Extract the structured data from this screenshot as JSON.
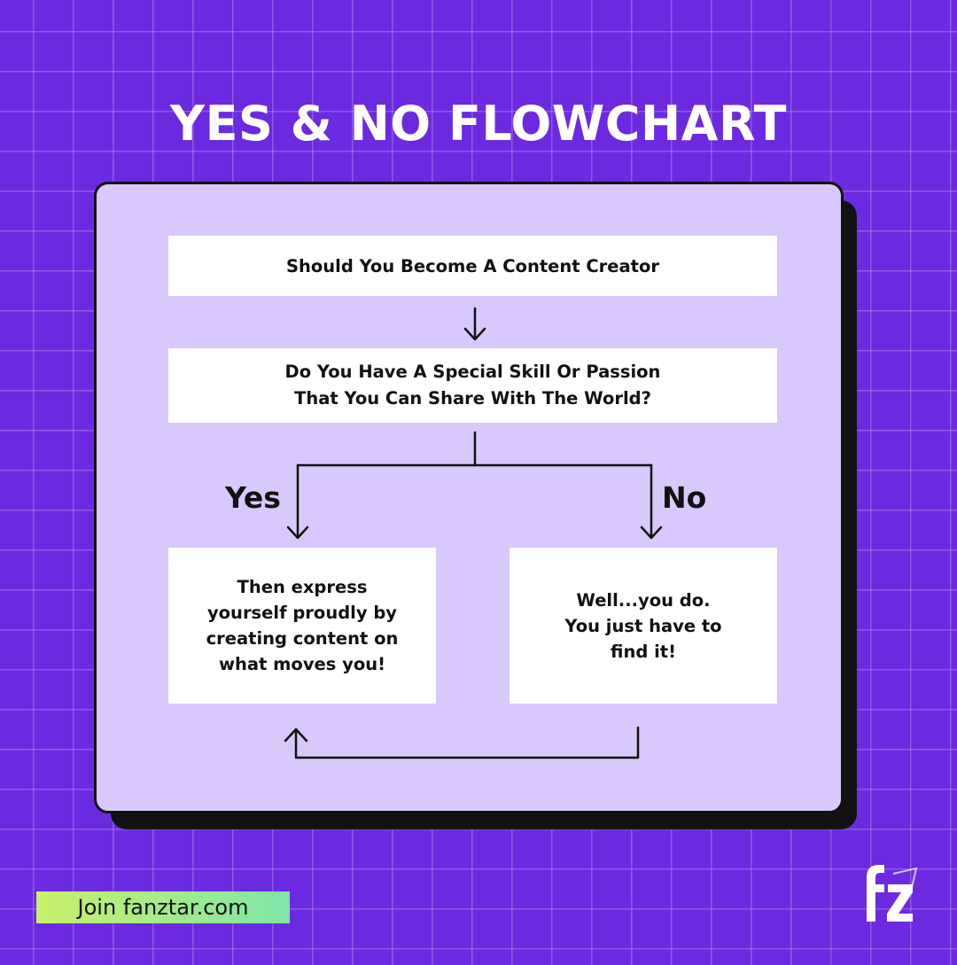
{
  "title": "YES & NO FLOWCHART",
  "flowchart": {
    "start": "Should You Become A Content Creator",
    "question": "Do You Have A Special Skill Or Passion\nThat You Can Share With The World?",
    "yes_label": "Yes",
    "no_label": "No",
    "yes_answer": "Then express\nyourself proudly by\ncreating content on\nwhat moves you!",
    "no_answer": "Well...you do.\nYou just have to\nfind it!"
  },
  "footer": {
    "cta": "Join fanztar.com",
    "logo_icon": "fz-logo-icon"
  },
  "colors": {
    "background": "#6c2ae0",
    "card": "#d8c8fc",
    "box": "#ffffff",
    "shadow": "#121212",
    "cta_gradient_start": "#c9f06a",
    "cta_gradient_end": "#7ee6a8"
  }
}
